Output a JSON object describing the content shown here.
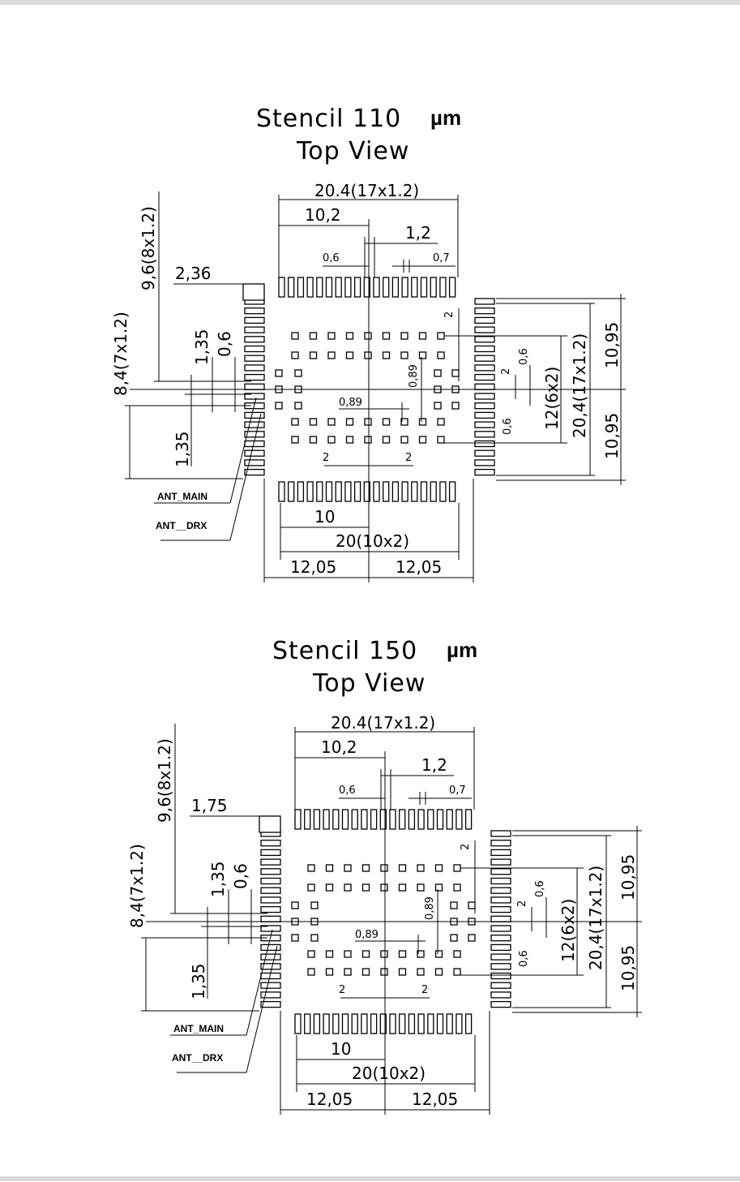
{
  "drawings": [
    {
      "title_line1": "Stencil 110",
      "unit": "µm",
      "title_line2": "Top View",
      "dims": {
        "top_width": "20.4(17x1.2)",
        "half_top": "10,2",
        "pitch": "1,2",
        "pad_w_left": "0,6",
        "pad_w_right": "0,7",
        "left_offset": "2,36",
        "left_top_span": "9,6(8x1.2)",
        "left_bottom_span": "8,4(7x1.2)",
        "small_a": "1,35",
        "small_b": "0,6",
        "small_c": "1,35",
        "right_top": "10,95",
        "right_bottom": "10,95",
        "right_span": "20,4(17x1.2)",
        "inner_span": "12(6x2)",
        "inner_a": "0,6",
        "inner_b": "2",
        "inner_c": "0,6",
        "inner_d": "2",
        "center_a": "0,89",
        "center_b": "0,89",
        "grid_a": "2",
        "grid_b": "2",
        "bottom_half": "10",
        "bottom_span": "20(10x2)",
        "bottom_left": "12,05",
        "bottom_right": "12,05"
      },
      "labels": {
        "ant_main": "ANT_MAIN",
        "ant_drx": "ANT__DRX"
      }
    },
    {
      "title_line1": "Stencil 150",
      "unit": "µm",
      "title_line2": "Top View",
      "dims": {
        "top_width": "20.4(17x1.2)",
        "half_top": "10,2",
        "pitch": "1,2",
        "pad_w_left": "0,6",
        "pad_w_right": "0,7",
        "left_offset": "1,75",
        "left_top_span": "9,6(8x1.2)",
        "left_bottom_span": "8,4(7x1.2)",
        "small_a": "1,35",
        "small_b": "0,6",
        "small_c": "1,35",
        "right_top": "10,95",
        "right_bottom": "10,95",
        "right_span": "20,4(17x1.2)",
        "inner_span": "12(6x2)",
        "inner_a": "0,6",
        "inner_b": "2",
        "inner_c": "0,6",
        "inner_d": "2",
        "center_a": "0,89",
        "center_b": "0,89",
        "grid_a": "2",
        "grid_b": "2",
        "bottom_half": "10",
        "bottom_span": "20(10x2)",
        "bottom_left": "12,05",
        "bottom_right": "12,05"
      },
      "labels": {
        "ant_main": "ANT_MAIN",
        "ant_drx": "ANT__DRX"
      }
    }
  ]
}
